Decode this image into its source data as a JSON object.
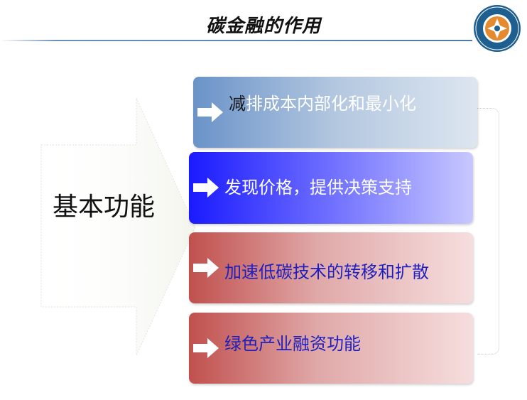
{
  "slide": {
    "title": "碳金融的作用",
    "main_label": "基本功能",
    "items": [
      {
        "first_char": "减",
        "rest": "排成本内部化和最小化"
      },
      {
        "label": "发现价格，提供决策支持"
      },
      {
        "label": "加速低碳技术的转移和扩散"
      },
      {
        "label": "绿色产业融资功能"
      }
    ]
  },
  "colors": {
    "title_rule": "#4f79a9",
    "logo_ring": "#1f5f8f",
    "logo_inner": "#e58a2e",
    "item1_gradient_start": "#6a93c8",
    "item2_gradient_start": "#1a1aff",
    "item34_gradient_start": "#c0504d",
    "item34_text": "#1f1fbf"
  },
  "icons": [
    "institute-logo-icon",
    "chevron-arrow-icon",
    "block-arrow-icon"
  ]
}
